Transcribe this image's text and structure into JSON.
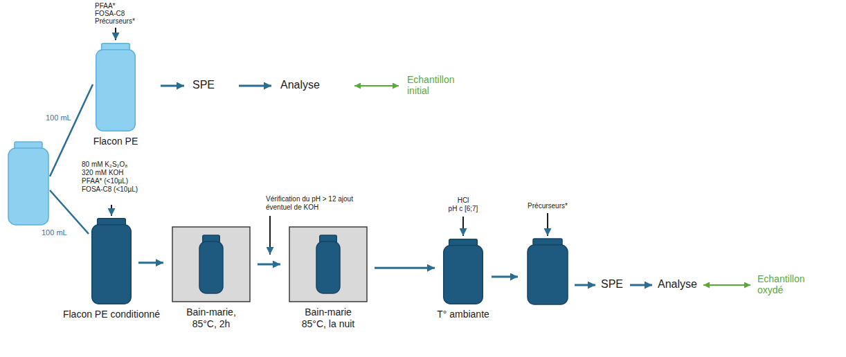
{
  "diagram": {
    "nodes": [
      {
        "text": [
          "Flacon PE"
        ]
      },
      {
        "text": [
          "Flacon PE conditionné"
        ]
      },
      {
        "text": [
          "Bain-marie, 85°C, 2h"
        ]
      },
      {
        "text": [
          "Bain-marie 85°C, la nuit"
        ]
      },
      {
        "text": [
          "T° ambiante"
        ]
      }
    ],
    "edges": [
      {
        "from": 1,
        "to": 2,
        "arrow": "to"
      },
      {
        "from": 2,
        "to": 3,
        "arrow": "to"
      },
      {
        "from": 3,
        "to": 4,
        "arrow": "to"
      }
    ],
    "labels": [
      "100 mL",
      "100 mL",
      "PFAA*",
      "FOSA-C8",
      "Précurseurs*",
      "SPE",
      "Analyse",
      "Echantillon initial",
      "80 mM K₂S₂O₈",
      "320 mM KOH",
      "PFAA* (<10µL)",
      "FOSA-C8 (<10µL)",
      "Vérification du pH > 12 ajout éventuel de KOH",
      "HCl",
      "pH c [6;7]",
      "Précurseurs*",
      "SPE",
      "Analyse",
      "Echantillon oxydé"
    ]
  }
}
